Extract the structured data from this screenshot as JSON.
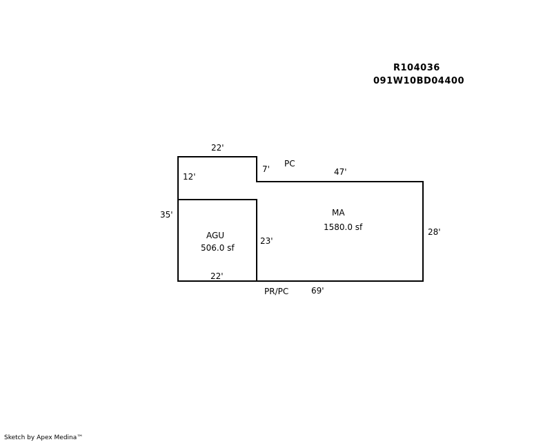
{
  "header": {
    "account_id": "R104036",
    "map_tax_lot": "091W10BD04400"
  },
  "areas": {
    "agu": {
      "code": "AGU",
      "area": "506.0 sf"
    },
    "ma": {
      "code": "MA",
      "area": "1580.0 sf"
    }
  },
  "labels": {
    "pc": "PC",
    "pr_pc": "PR/PC"
  },
  "dimensions": {
    "top_left_width": "22'",
    "left_upper_height": "12'",
    "left_total_height": "35'",
    "step_height": "7'",
    "ma_top_width": "47'",
    "ma_right_height": "28'",
    "agu_right_height": "23'",
    "agu_bottom_width": "22'",
    "bottom_total_width": "69'"
  },
  "footer": {
    "credit": "Sketch by Apex Medina™"
  }
}
